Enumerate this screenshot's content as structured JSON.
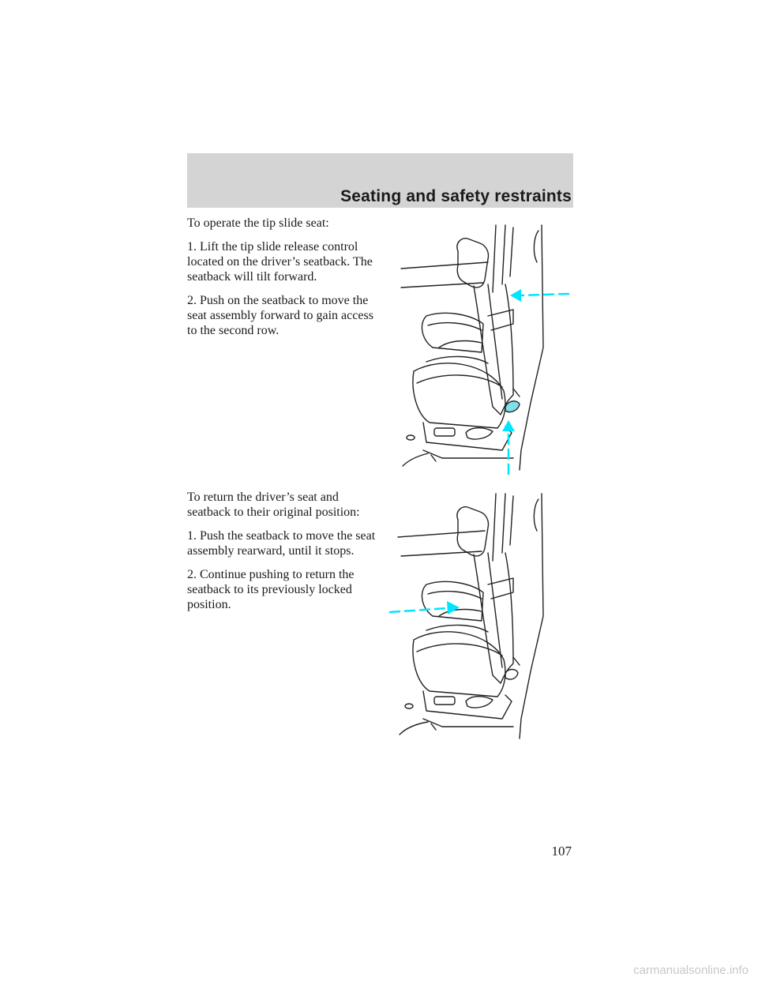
{
  "header": {
    "title": "Seating and safety restraints"
  },
  "section1": {
    "paragraphs": [
      "To operate the tip slide seat:",
      "1. Lift the tip slide release control located on the driver’s seatback. The seatback will tilt forward.",
      "2. Push on the seatback to move the seat assembly forward to gain access to the second row."
    ]
  },
  "section2": {
    "paragraphs": [
      "To return the driver’s seat and seatback to their original position:",
      "1. Push the seatback to move the seat assembly rearward, until it stops.",
      "2. Continue pushing to return the seatback to its previously locked position."
    ]
  },
  "page_number": "107",
  "watermark": "carmanualsonline.info",
  "colors": {
    "accent_arrow": "#00e5ff",
    "header_band": "#d4d4d4",
    "release_control": "#7fe0ea"
  }
}
